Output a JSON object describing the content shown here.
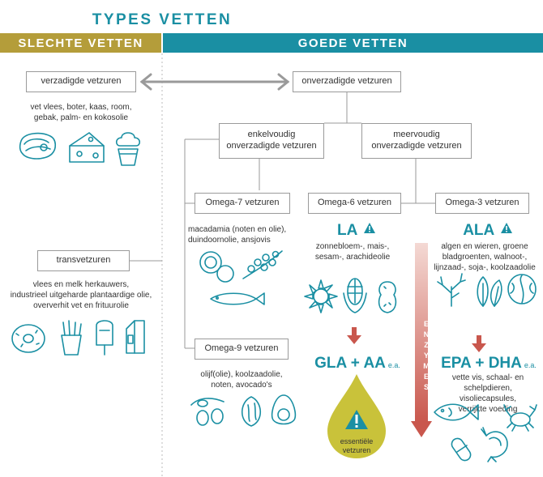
{
  "title": "TYPES VETTEN",
  "sections": {
    "bad": "SLECHTE VETTEN",
    "good": "GOEDE VETTEN"
  },
  "colors": {
    "teal": "#1a8fa3",
    "gold": "#b49d3a",
    "arrow_red": "#c9574d",
    "drop_yellow": "#c9c23a"
  },
  "nodes": {
    "saturated": "verzadigde vetzuren",
    "unsaturated": "onverzadigde vetzuren",
    "mono_line1": "enkelvoudig",
    "mono_line2": "onverzadigde vetzuren",
    "poly_line1": "meervoudig",
    "poly_line2": "onverzadigde vetzuren",
    "omega7": "Omega-7 vetzuren",
    "omega6": "Omega-6 vetzuren",
    "omega3": "Omega-3 vetzuren",
    "omega9": "Omega-9 vetzuren",
    "trans": "transvetzuren"
  },
  "descriptions": {
    "saturated_1": "vet vlees, boter, kaas, room,",
    "saturated_2": "gebak, palm- en kokosolie",
    "trans_1": "vlees en melk herkauwers,",
    "trans_2": "industrieel uitgeharde plantaardige olie,",
    "trans_3": "oververhit vet en frituurolie",
    "omega7_1": "macadamia (noten en olie),",
    "omega7_2": "duindoornolie, ansjovis",
    "la_1": "zonnebloem-, mais-,",
    "la_2": "sesam-, arachideolie",
    "ala_1": "algen en wieren, groene",
    "ala_2": "bladgroenten, walnoot-,",
    "ala_3": "lijnzaad-, soja-, koolzaadolie",
    "omega9_1": "olijf(olie), koolzaadolie,",
    "omega9_2": "noten, avocado's",
    "epa_1": "vette vis, schaal- en",
    "epa_2": "schelpdieren, visoliecapsules,",
    "epa_3": "verrijkte voeding"
  },
  "acids": {
    "la": "LA",
    "ala": "ALA",
    "gla_aa": "GLA + AA",
    "epa_dha": "EPA + DHA",
    "ea": "e.a."
  },
  "enzymes_label": "ENZYMES",
  "essential_1": "essentiële",
  "essential_2": "vetzuren",
  "icons": [
    "steak-icon",
    "cheese-icon",
    "ice-cream-icon",
    "donut-icon",
    "fries-icon",
    "popsicle-icon",
    "milk-carton-icon",
    "macadamia-icon",
    "sea-buckthorn-icon",
    "anchovy-icon",
    "sunflower-icon",
    "corn-icon",
    "peanut-icon",
    "seaweed-icon",
    "spinach-icon",
    "walnut-icon",
    "olive-icon",
    "almond-icon",
    "avocado-icon",
    "fish-icon",
    "capsule-icon",
    "shrimp-icon",
    "crab-icon",
    "warning-icon"
  ]
}
